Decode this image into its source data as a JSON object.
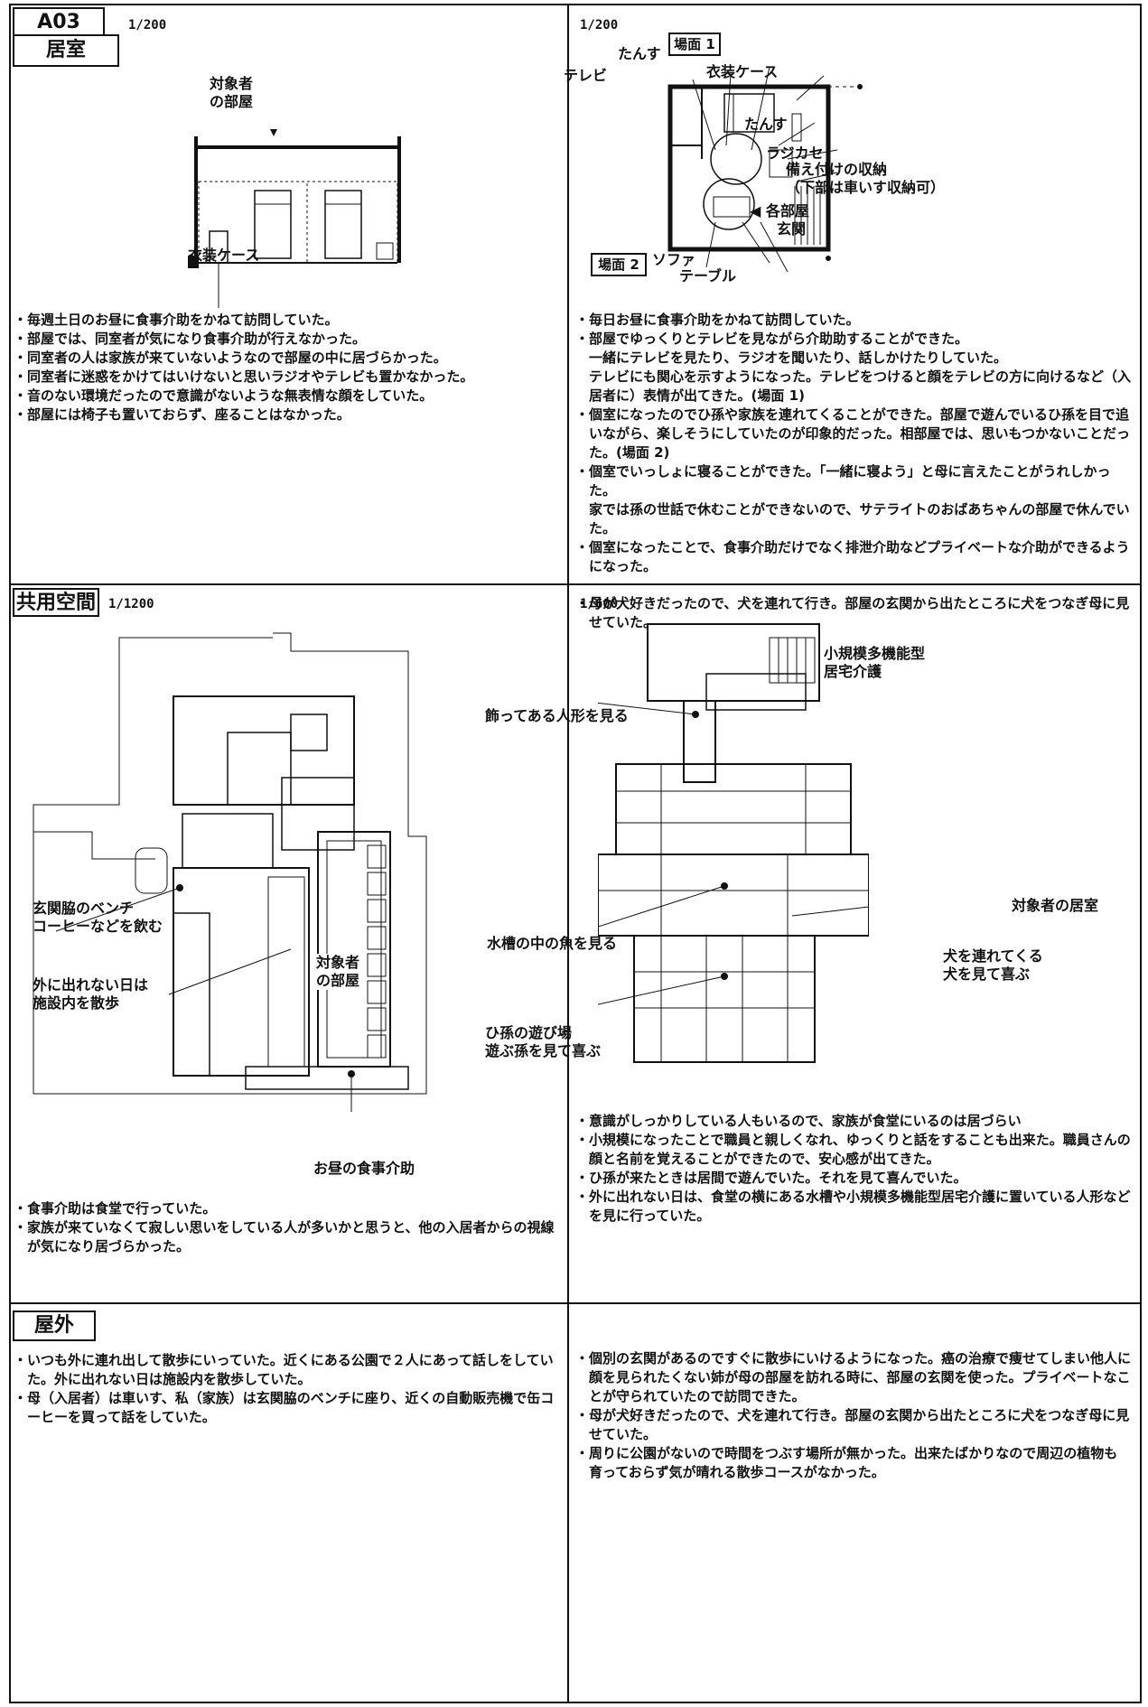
{
  "section1": {
    "code": "A03",
    "label": "居室",
    "left": {
      "scale": "1/200",
      "subject_label_1": "対象者",
      "subject_label_2": "の部屋",
      "clothes_case": "衣装ケース",
      "notes": [
        "毎週土日のお昼に食事介助をかねて訪問していた。",
        "部屋では、同室者が気になり食事介助が行えなかった。",
        "同室者の人は家族が来ていないようなので部屋の中に居づらかった。",
        "同室者に迷惑をかけてはいけないと思いラジオやテレビも置かなかった。",
        "音のない環境だったので意識がないような無表情な顔をしていた。",
        "部屋には椅子も置いておらず、座ることはなかった。"
      ]
    },
    "right": {
      "scale": "1/200",
      "scene1": "場面 1",
      "scene2": "場面 2",
      "tv": "テレビ",
      "tansu_top": "たんす",
      "clothes_case": "衣装ケース",
      "tansu_right": "たんす",
      "radio": "ラジカセ",
      "storage_1": "備え付けの収納",
      "storage_2": "（下部は車いす収納可）",
      "entrance_1": "◀ 各部屋",
      "entrance_2": "玄関",
      "sofa": "ソファ",
      "table": "テーブル",
      "notes": [
        "毎日お昼に食事介助をかねて訪問していた。",
        "部屋でゆっくりとテレビを見ながら介助助することができた。",
        "一緒にテレビを見たり、ラジオを聞いたり、話しかけたりしていた。",
        "テレビにも関心を示すようになった。テレビをつけると顔をテレビの方に向けるなど（入居者に）表情が出てきた。(場面 1)",
        "個室になったのでひ孫や家族を連れてくることができた。部屋で遊んでいるひ孫を目で追いながら、楽しそうにしていたのが印象的だった。相部屋では、思いもつかないことだった。(場面 2)",
        "個室でいっしょに寝ることができた。「一緒に寝よう」と母に言えたことがうれしかった。",
        "家では孫の世話で休むことができないので、サテライトのおばあちゃんの部屋で休んでいた。",
        "個室になったことで、食事介助だけでなく排泄介助などプライベートな介助ができるようになった。",
        "母が犬好きだったので、犬を連れて行き。部屋の玄関から出たところに犬をつなぎ母に見せていた。"
      ]
    }
  },
  "section2": {
    "label": "共用空間",
    "left": {
      "scale": "1/1200",
      "bench_1": "玄関脇のベンチ",
      "bench_2": "コーヒーなどを飲む",
      "walk_1": "外に出れない日は",
      "walk_2": "施設内を散歩",
      "subject_1": "対象者",
      "subject_2": "の部屋",
      "lunch": "お昼の食事介助",
      "notes": [
        "食事介助は食堂で行っていた。",
        "家族が来ていなくて寂しい思いをしている人が多いかと思うと、他の入居者からの視線が気になり居づらかった。"
      ]
    },
    "right": {
      "scale": "1/600",
      "small_1": "小規模多機能型",
      "small_2": "居宅介護",
      "doll": "飾ってある人形を見る",
      "room": "対象者の居室",
      "fish": "水槽の中の魚を見る",
      "dog_1": "犬を連れてくる",
      "dog_2": "犬を見て喜ぶ",
      "play_1": "ひ孫の遊び場",
      "play_2": "遊ぶ孫を見て喜ぶ",
      "notes": [
        "意識がしっかりしている人もいるので、家族が食堂にいるのは居づらい",
        "小規模になったことで職員と親しくなれ、ゆっくりと話をすることも出来た。職員さんの顔と名前を覚えることができたので、安心感が出てきた。",
        "ひ孫が来たときは居間で遊んでいた。それを見て喜んでいた。",
        "外に出れない日は、食堂の横にある水槽や小規模多機能型居宅介護に置いている人形などを見に行っていた。"
      ]
    }
  },
  "section3": {
    "label": "屋外",
    "left": {
      "notes": [
        "いつも外に連れ出して散歩にいっていた。近くにある公園で２人にあって話しをしていた。外に出れない日は施設内を散歩していた。",
        "母（入居者）は車いす、私（家族）は玄関脇のベンチに座り、近くの自動販売機で缶コーヒーを買って話をしていた。"
      ]
    },
    "right": {
      "notes": [
        "個別の玄関があるのですぐに散歩にいけるようになった。癌の治療で痩せてしまい他人に顔を見られたくない姉が母の部屋を訪れる時に、部屋の玄関を使った。プライベートなことが守られていたので訪問できた。",
        "母が犬好きだったので、犬を連れて行き。部屋の玄関から出たところに犬をつなぎ母に見せていた。",
        "周りに公園がないので時間をつぶす場所が無かった。出来たばかりなので周辺の植物も育っておらず気が晴れる散歩コースがなかった。"
      ]
    }
  }
}
